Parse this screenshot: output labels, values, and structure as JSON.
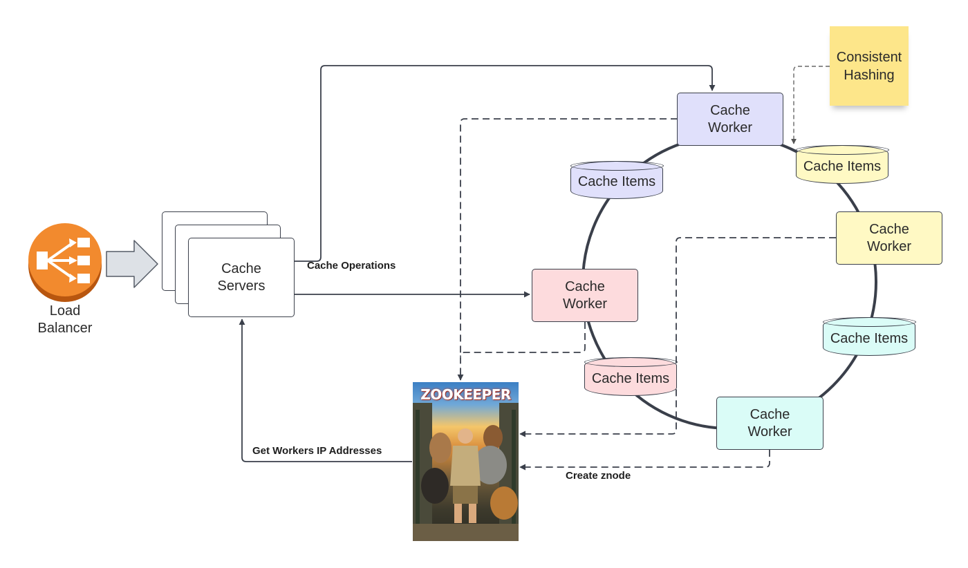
{
  "load_balancer": {
    "label": "Load\nBalancer",
    "color": "#f28a2e"
  },
  "cache_servers": {
    "label": "Cache\nServers"
  },
  "edges": {
    "cache_operations": "Cache Operations",
    "get_workers_ip": "Get Workers IP Addresses",
    "create_znode": "Create znode"
  },
  "workers": [
    {
      "label": "Cache\nWorker",
      "color": "#e0e0fb"
    },
    {
      "label": "Cache\nWorker",
      "color": "#fff9c4"
    },
    {
      "label": "Cache\nWorker",
      "color": "#fddbdd"
    },
    {
      "label": "Cache\nWorker",
      "color": "#dafcf7"
    }
  ],
  "cache_items": [
    {
      "label": "Cache Items",
      "color": "#e0e0fb"
    },
    {
      "label": "Cache Items",
      "color": "#fff9c4"
    },
    {
      "label": "Cache Items",
      "color": "#dafcf7"
    },
    {
      "label": "Cache Items",
      "color": "#fddbdd"
    }
  ],
  "note": {
    "label": "Consistent\nHashing",
    "color": "#fde68a"
  },
  "zookeeper": {
    "title": "ZOOKEEPER"
  }
}
